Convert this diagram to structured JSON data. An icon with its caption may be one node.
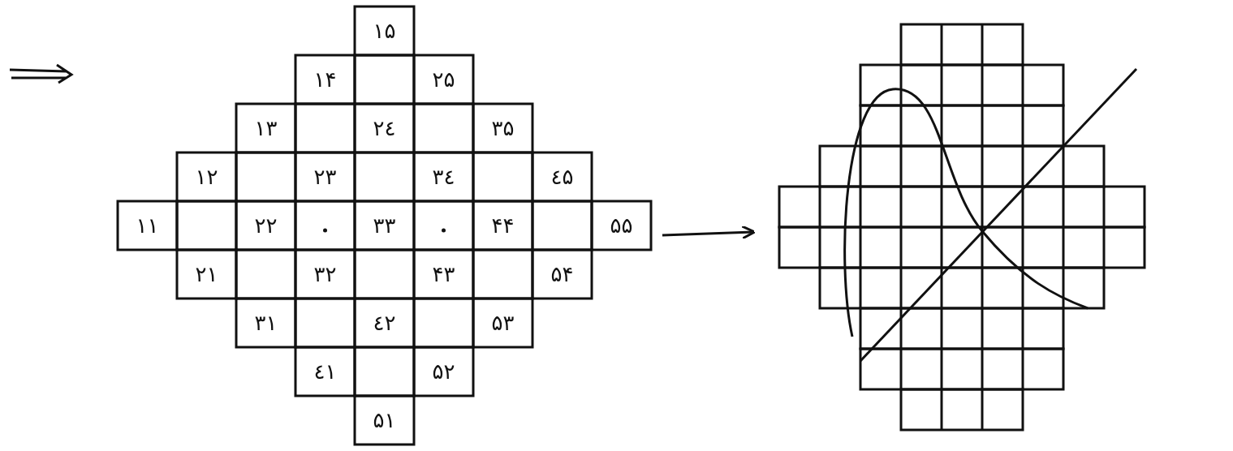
{
  "diagram": {
    "nodes": [
      {
        "text": [],
        "shape": "grid"
      },
      {
        "text": [],
        "shape": "picture"
      }
    ],
    "edges": [
      {
        "from": 0,
        "to": 1,
        "arrow": "to"
      }
    ],
    "labels": [
      "۱۵",
      "۱۴",
      "۲۵",
      "۱۳",
      "۲٤",
      "۳۵",
      "۱۲",
      "۲۳",
      "۳٤",
      "٤۵",
      "۱۱",
      "۲۲",
      "۳۳",
      "۴۴",
      "۵۵",
      "۲۱",
      "۳۲",
      "۴۳",
      "۵۴",
      "۳۱",
      "٤۲",
      "۵۳",
      "٤۱",
      "۵۲",
      "۵۱"
    ]
  }
}
